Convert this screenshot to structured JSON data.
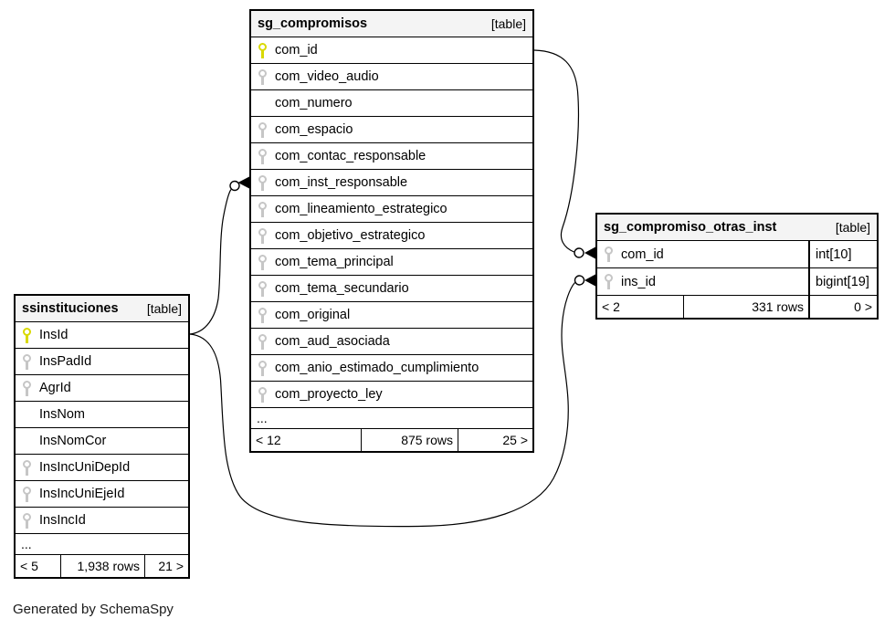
{
  "diagram": {
    "generator_note": "Generated by SchemaSpy"
  },
  "colors": {
    "primary_key_icon": "#d9d900",
    "index_key_icon": "#c6c6c6",
    "table_header_bg": "#f4f4f4",
    "border": "#000000"
  },
  "tables": [
    {
      "name": "sg_compromisos",
      "badge": "[table]",
      "columns": [
        {
          "name": "com_id",
          "key": "primary"
        },
        {
          "name": "com_video_audio",
          "key": "index"
        },
        {
          "name": "com_numero",
          "key": "none"
        },
        {
          "name": "com_espacio",
          "key": "index"
        },
        {
          "name": "com_contac_responsable",
          "key": "index"
        },
        {
          "name": "com_inst_responsable",
          "key": "index"
        },
        {
          "name": "com_lineamiento_estrategico",
          "key": "index"
        },
        {
          "name": "com_objetivo_estrategico",
          "key": "index"
        },
        {
          "name": "com_tema_principal",
          "key": "index"
        },
        {
          "name": "com_tema_secundario",
          "key": "index"
        },
        {
          "name": "com_original",
          "key": "index"
        },
        {
          "name": "com_aud_asociada",
          "key": "index"
        },
        {
          "name": "com_anio_estimado_cumplimiento",
          "key": "index"
        },
        {
          "name": "com_proyecto_ley",
          "key": "index"
        }
      ],
      "truncated": "...",
      "footer": {
        "left": "< 12",
        "center": "875 rows",
        "right": "25 >"
      }
    },
    {
      "name": "ssinstituciones",
      "badge": "[table]",
      "columns": [
        {
          "name": "InsId",
          "key": "primary"
        },
        {
          "name": "InsPadId",
          "key": "index"
        },
        {
          "name": "AgrId",
          "key": "index"
        },
        {
          "name": "InsNom",
          "key": "none"
        },
        {
          "name": "InsNomCor",
          "key": "none"
        },
        {
          "name": "InsIncUniDepId",
          "key": "index"
        },
        {
          "name": "InsIncUniEjeId",
          "key": "index"
        },
        {
          "name": "InsIncId",
          "key": "index"
        }
      ],
      "truncated": "...",
      "footer": {
        "left": "< 5",
        "center": "1,938 rows",
        "right": "21 >"
      }
    },
    {
      "name": "sg_compromiso_otras_inst",
      "badge": "[table]",
      "columns": [
        {
          "name": "com_id",
          "key": "index",
          "type": "int[10]"
        },
        {
          "name": "ins_id",
          "key": "index",
          "type": "bigint[19]"
        }
      ],
      "footer": {
        "left": "< 2",
        "center": "331 rows",
        "right": "0 >"
      }
    }
  ],
  "relationships": [
    {
      "from": "sg_compromisos.com_id",
      "to": "sg_compromiso_otras_inst.com_id"
    },
    {
      "from": "ssinstituciones.InsId",
      "to": "sg_compromisos.com_inst_responsable"
    },
    {
      "from": "ssinstituciones.InsId",
      "to": "sg_compromiso_otras_inst.ins_id"
    }
  ]
}
